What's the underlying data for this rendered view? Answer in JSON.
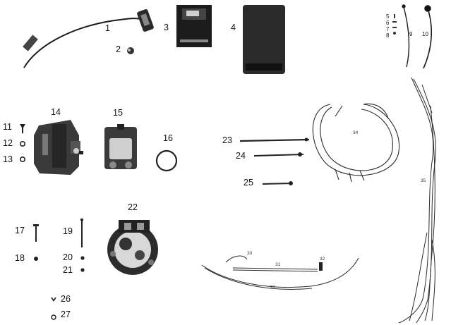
{
  "labels": {
    "n1": "1",
    "n2": "2",
    "n3": "3",
    "n4": "4",
    "n5": "5",
    "n6": "6",
    "n7": "7",
    "n8": "8",
    "n9": "9",
    "n10": "10",
    "n11": "11",
    "n12": "12",
    "n13": "13",
    "n14": "14",
    "n15": "15",
    "n16": "16",
    "n17": "17",
    "n18": "18",
    "n19": "19",
    "n20": "20",
    "n21": "21",
    "n22": "22",
    "n23": "23",
    "n24": "24",
    "n25": "25",
    "n26": "26",
    "n27": "27",
    "n34": "34",
    "n35": "35",
    "n30": "30",
    "n31": "31",
    "n32": "32",
    "n33": "33"
  }
}
